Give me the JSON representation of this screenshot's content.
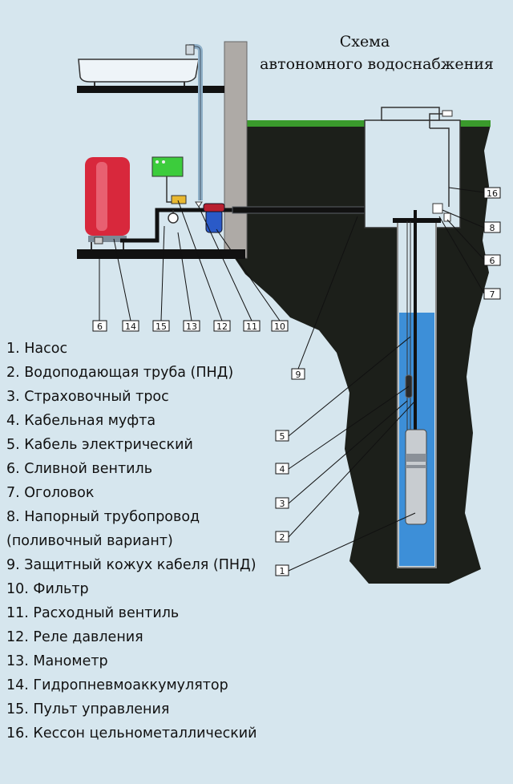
{
  "title": {
    "line1": "Схема",
    "line2": "автономного водоснабжения"
  },
  "legend": [
    "1. Насос",
    "2. Водоподающая труба (ПНД)",
    "3. Страховочный трос",
    "4. Кабельная муфта",
    "5. Кабель электрический",
    "6. Сливной вентиль",
    "7. Оголовок",
    "8. Напорный трубопровод",
    "(поливочный вариант)",
    "9. Защитный кожух кабеля (ПНД)",
    "10. Фильтр",
    "11. Расходный вентиль",
    "12. Реле давления",
    "13. Манометр",
    "14. Гидропневмоаккумулятор",
    "15. Пульт управления",
    "16. Кессон цельнометаллический"
  ],
  "callouts": {
    "c1": "1",
    "c2": "2",
    "c3": "3",
    "c4": "4",
    "c5": "5",
    "c6_house": "6",
    "c6_caisson": "6",
    "c7": "7",
    "c8": "8",
    "c9": "9",
    "c10": "10",
    "c11": "11",
    "c12": "12",
    "c13": "13",
    "c14": "14",
    "c15": "15",
    "c16": "16"
  },
  "colors": {
    "background": "#d6e6ee",
    "soil": "#1c1f1a",
    "grass": "#3a9a2c",
    "water": "#3d8fd8",
    "tank": "#d8283c",
    "control_panel": "#3ccc3c",
    "filter": "#2a5ac8"
  }
}
